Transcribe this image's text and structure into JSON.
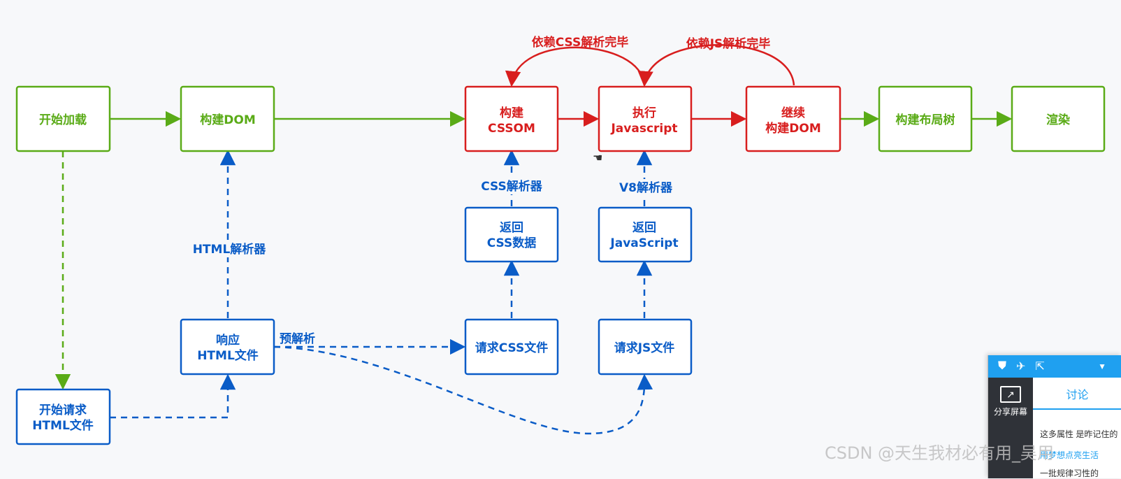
{
  "nodes": {
    "start_load": {
      "lines": [
        "开始加载"
      ]
    },
    "build_dom": {
      "lines": [
        "构建DOM"
      ]
    },
    "build_cssom": {
      "lines": [
        "构建",
        "CSSOM"
      ]
    },
    "exec_js": {
      "lines": [
        "执行",
        "Javascript"
      ]
    },
    "continue_dom": {
      "lines": [
        "继续",
        "构建DOM"
      ]
    },
    "layout_tree": {
      "lines": [
        "构建布局树"
      ]
    },
    "render": {
      "lines": [
        "渲染"
      ]
    },
    "return_css": {
      "lines": [
        "返回",
        "CSS数据"
      ]
    },
    "return_js": {
      "lines": [
        "返回",
        "JavaScript"
      ]
    },
    "response_html": {
      "lines": [
        "响应",
        "HTML文件"
      ]
    },
    "request_css": {
      "lines": [
        "请求CSS文件"
      ]
    },
    "request_js": {
      "lines": [
        "请求JS文件"
      ]
    },
    "start_request": {
      "lines": [
        "开始请求",
        "HTML文件"
      ]
    }
  },
  "labels": {
    "wait_css": "依赖CSS解析完毕",
    "wait_js": "依赖JS解析完毕",
    "css_parser": "CSS解析器",
    "v8_parser": "V8解析器",
    "html_parser": "HTML解析器",
    "preparse": "预解析"
  },
  "colors": {
    "green": "#5aab17",
    "red": "#d81e1e",
    "blue": "#0a5cc7"
  },
  "panel": {
    "share_label": "分享屏幕",
    "tab_label": "讨论",
    "msg1": "这多属性 是昨记住的",
    "msg2": "用梦想点亮生活",
    "msg3": "一批规律习性的"
  },
  "watermark": "CSDN @天生我材必有用_吴用"
}
